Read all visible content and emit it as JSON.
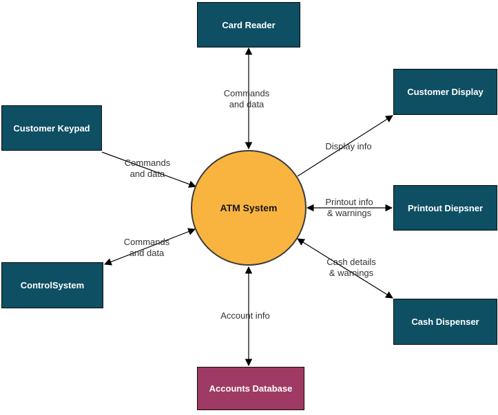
{
  "diagram": {
    "colors": {
      "background": "#ffffff",
      "node-teal": "#0e4f63",
      "node-maroon": "#9e3a63",
      "process-fill": "#f9b440",
      "process-border": "#3a3a3a",
      "edge": "#000000",
      "label-text": "#333333"
    },
    "process": {
      "label": "ATM System"
    },
    "nodes": {
      "card_reader": {
        "label": "Card Reader"
      },
      "customer_display": {
        "label": "Customer Display"
      },
      "printout_diepsner": {
        "label": "Printout Diepsner"
      },
      "cash_dispenser": {
        "label": "Cash Dispenser"
      },
      "customer_keypad": {
        "label": "Customer Keypad"
      },
      "control_system": {
        "label": "ControlSystem"
      },
      "accounts_database": {
        "label": "Accounts Database"
      }
    },
    "edges": {
      "card_reader": {
        "label": "Commands\nand data",
        "direction": "bidirectional"
      },
      "customer_keypad": {
        "label": "Commands\nand data",
        "direction": "keypad-to-atm"
      },
      "control_system": {
        "label": "Commands\nand data",
        "direction": "bidirectional"
      },
      "customer_display": {
        "label": "Display info",
        "direction": "atm-to-display"
      },
      "printout_diepsner": {
        "label": "Printout info\n& warnings",
        "direction": "bidirectional"
      },
      "cash_dispenser": {
        "label": "Cash details\n& warnings",
        "direction": "bidirectional"
      },
      "accounts_database": {
        "label": "Account info",
        "direction": "bidirectional"
      }
    }
  }
}
